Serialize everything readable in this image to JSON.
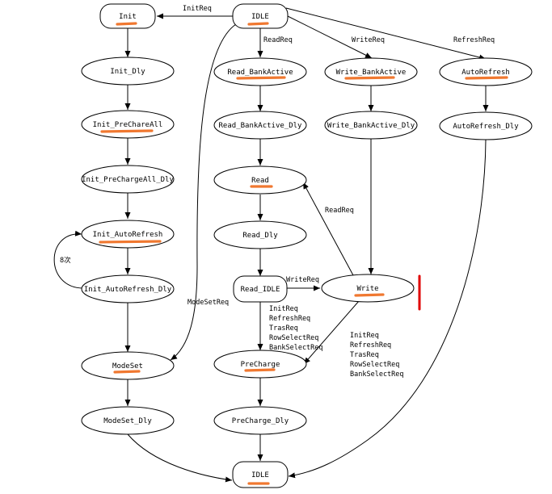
{
  "colors": {
    "highlight": "#f07830",
    "marker": "#e00000",
    "ink": "#000000"
  },
  "nodes": {
    "init": "Init",
    "idle_top": "IDLE",
    "init_dly": "Init_Dly",
    "read_bankactive": "Read_BankActive",
    "write_bankactive": "Write_BankActive",
    "autorefresh": "AutoRefresh",
    "init_prechareall": "Init_PreChareAll",
    "read_bankactive_dly": "Read_BankActive_Dly",
    "write_bankactive_dly": "Write_BankActive_Dly",
    "autorefresh_dly": "AutoRefresh_Dly",
    "init_prechargeall_dly": "Init_PreChargeAll_Dly",
    "read": "Read",
    "init_autorefresh": "Init_AutoRefresh",
    "read_dly": "Read_Dly",
    "init_autorefresh_dly": "Init_AutoRefresh_Dly",
    "read_idle": "Read_IDLE",
    "write": "Write",
    "modeset": "ModeSet",
    "precharge": "PreCharge",
    "modeset_dly": "ModeSet_Dly",
    "precharge_dly": "PreCharge_Dly",
    "idle_bottom": "IDLE"
  },
  "edge_labels": {
    "initreq": "InitReq",
    "readreq_idle": "ReadReq",
    "writereq_idle": "WriteReq",
    "refreshreq": "RefreshReq",
    "modesetreq": "ModeSetReq",
    "readreq_write": "ReadReq",
    "writereq_readidle": "WriteReq",
    "loop_8x": "8次",
    "readidle_to_precharge": [
      "InitReq",
      "RefreshReq",
      "TrasReq",
      "RowSelectReq",
      "BankSelectReq"
    ],
    "write_to_precharge": [
      "InitReq",
      "RefreshReq",
      "TrasReq",
      "RowSelectReq",
      "BankSelectReq"
    ]
  }
}
